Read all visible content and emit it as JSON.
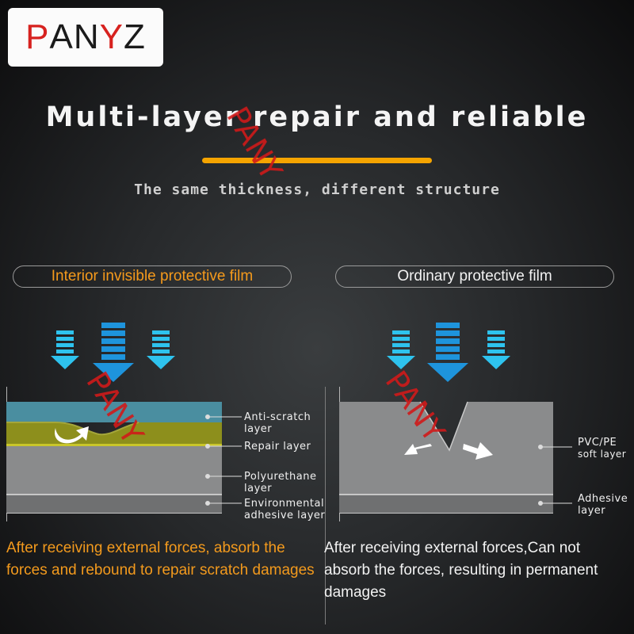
{
  "logo": {
    "p": "P",
    "an": "AN",
    "y": "Y",
    "z": "Z"
  },
  "title": "Multi-layer repair and reliable",
  "subtitle": "The same thickness, different structure",
  "left": {
    "heading": "Interior invisible protective film",
    "layers": [
      {
        "l1": "Anti-scratch",
        "l2": "layer"
      },
      {
        "l1": "Repair layer",
        "l2": ""
      },
      {
        "l1": "Polyurethane",
        "l2": "layer"
      },
      {
        "l1": "Environmental",
        "l2": "adhesive layer"
      }
    ],
    "caption": "After receiving external forces, absorb the forces and rebound to repair scratch damages"
  },
  "right": {
    "heading": "Ordinary protective film",
    "layers": [
      {
        "l1": "PVC/PE",
        "l2": "soft layer"
      },
      {
        "l1": "Adhesive",
        "l2": "layer"
      }
    ],
    "caption": "After receiving external forces,Can not absorb the forces, resulting in permanent damages"
  },
  "watermark": "PANY",
  "colors": {
    "accent_orange": "#f5a400",
    "arrow_blue": "#29b6e8",
    "anti_scratch_layer": "#4a8ea0",
    "repair_layer": "#8d8f1c",
    "polyurethane_layer": "#8a8b8c",
    "watermark_red": "#d11a1a"
  }
}
